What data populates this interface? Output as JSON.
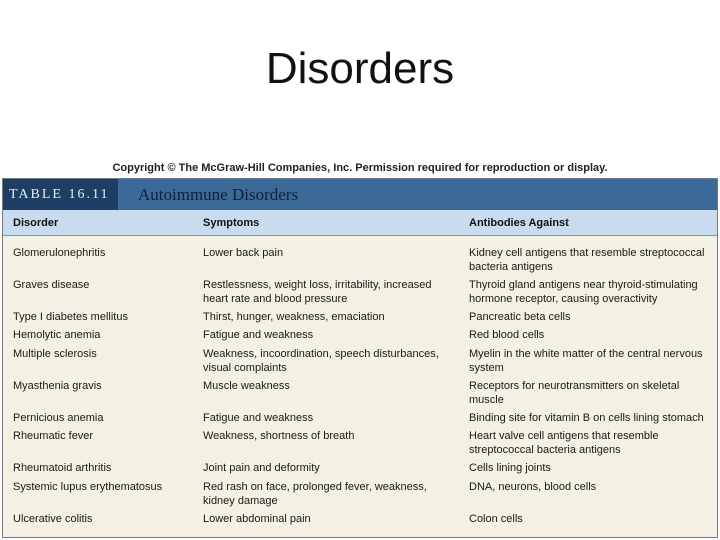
{
  "slide": {
    "title": "Disorders",
    "copyright": "Copyright © The McGraw-Hill Companies, Inc. Permission required for reproduction or display."
  },
  "table": {
    "number": "TABLE 16.11",
    "title": "Autoimmune Disorders",
    "headers": [
      "Disorder",
      "Symptoms",
      "Antibodies Against"
    ],
    "rows": [
      {
        "disorder": "Glomerulonephritis",
        "symptoms": "Lower back pain",
        "antibodies": "Kidney cell antigens that resemble streptococcal bacteria antigens"
      },
      {
        "disorder": "Graves disease",
        "symptoms": "Restlessness, weight loss, irritability, increased heart rate and blood pressure",
        "antibodies": "Thyroid gland antigens near thyroid-stimulating hormone receptor, causing overactivity"
      },
      {
        "disorder": "Type I diabetes mellitus",
        "symptoms": "Thirst, hunger, weakness, emaciation",
        "antibodies": "Pancreatic beta cells"
      },
      {
        "disorder": "Hemolytic anemia",
        "symptoms": "Fatigue and weakness",
        "antibodies": "Red blood cells"
      },
      {
        "disorder": "Multiple sclerosis",
        "symptoms": "Weakness, incoordination, speech disturbances, visual complaints",
        "antibodies": "Myelin in the white matter of the central nervous system"
      },
      {
        "disorder": "Myasthenia gravis",
        "symptoms": "Muscle weakness",
        "antibodies": "Receptors for neurotransmitters on skeletal muscle"
      },
      {
        "disorder": "Pernicious anemia",
        "symptoms": "Fatigue and weakness",
        "antibodies": "Binding site for vitamin B on cells lining stomach"
      },
      {
        "disorder": "Rheumatic fever",
        "symptoms": "Weakness, shortness of breath",
        "antibodies": "Heart valve cell antigens that resemble streptococcal bacteria antigens"
      },
      {
        "disorder": "Rheumatoid arthritis",
        "symptoms": "Joint pain and deformity",
        "antibodies": "Cells lining joints"
      },
      {
        "disorder": "Systemic lupus erythematosus",
        "symptoms": "Red rash on face, prolonged fever, weakness, kidney damage",
        "antibodies": "DNA, neurons, blood cells"
      },
      {
        "disorder": "Ulcerative colitis",
        "symptoms": "Lower abdominal pain",
        "antibodies": "Colon cells"
      }
    ]
  }
}
